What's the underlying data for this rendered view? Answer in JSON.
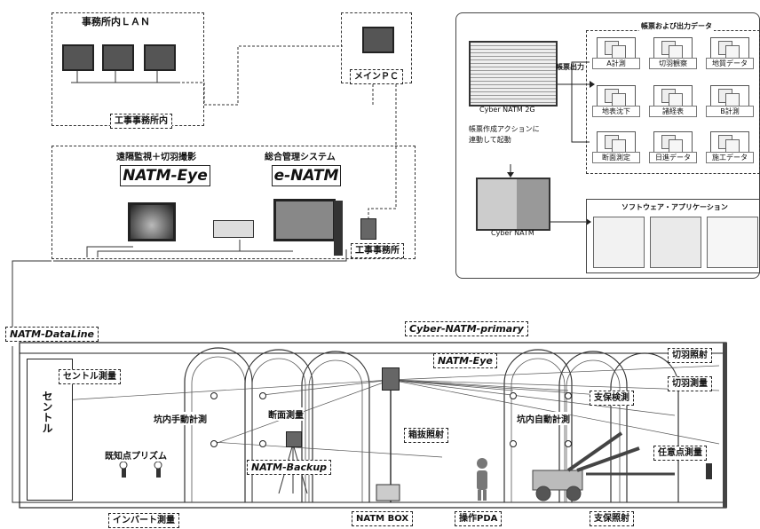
{
  "office_lan": {
    "title": "事務所内ＬＡＮ",
    "room_label": "工事事務所内"
  },
  "main_pc": {
    "label": "メインＰＣ"
  },
  "site_office": {
    "left_heading": "遠隔監視＋切羽撮影",
    "left_system": "NATM-Eye",
    "right_heading": "総合管理システム",
    "right_system": "e-NATM",
    "room_label": "工事事務所"
  },
  "cyber_panel": {
    "app_caption": "Cyber NATM 2G",
    "arrow_label": "帳票出力",
    "note_line1": "帳票作成アクションに",
    "note_line2": "連動して起動",
    "app2_caption": "Cyber NATM",
    "reports_title": "帳票および出力データ",
    "reports": [
      "A計測",
      "切羽観察",
      "地質データ",
      "地表沈下",
      "諸経表",
      "B計測",
      "断面測定",
      "日進データ",
      "施工データ"
    ],
    "software_title": "ソフトウェア・アプリケーション"
  },
  "dataline_label": "NATM-DataLine",
  "tunnel": {
    "primary_label": "Cyber-NATM-primary",
    "eye_label": "NATM-Eye",
    "backup_label": "NATM-Backup",
    "centre_box": "セントル",
    "labels": {
      "centre_survey": "セントル測量",
      "manual_measure": "坑内手動計測",
      "section_survey": "断面測量",
      "known_prism": "既知点プリズム",
      "extract_irradiate": "箱抜照射",
      "auto_measure": "坑内自動計測",
      "support_detect": "支保検測",
      "face_irradiate": "切羽照射",
      "face_survey": "切羽測量",
      "arbitrary_survey": "任意点測量",
      "invert_survey": "インバート測量",
      "natm_box": "NATM BOX",
      "pda": "操作PDA",
      "support_irradiate": "支保照射"
    }
  }
}
